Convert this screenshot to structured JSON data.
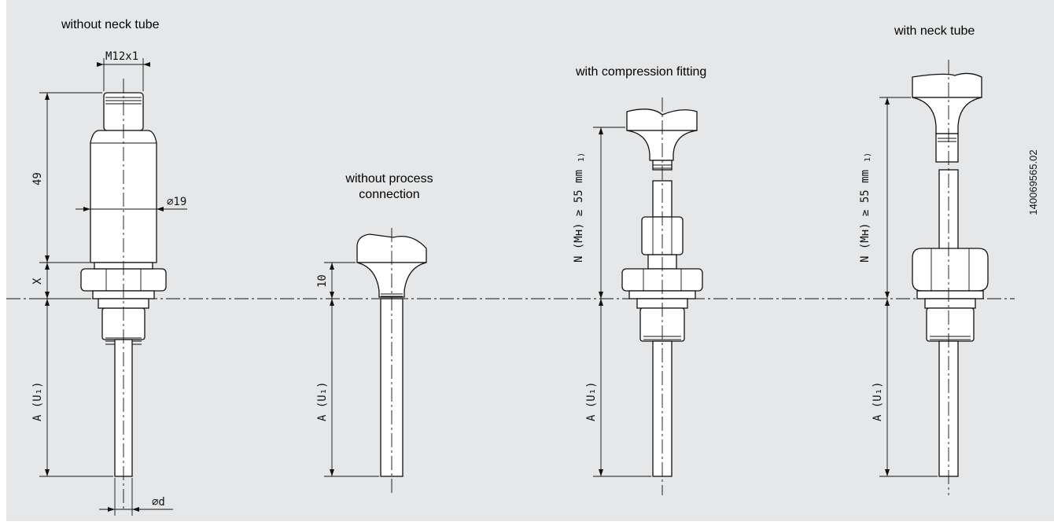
{
  "captions": {
    "without_neck_tube": "without neck tube",
    "without_process_connection_line1": "without process",
    "without_process_connection_line2": "connection",
    "with_compression_fitting": "with compression fitting",
    "with_neck_tube": "with neck tube"
  },
  "dimensions": {
    "thread": "M12x1",
    "dim_49": "49",
    "dia_19": "⌀19",
    "dim_x": "X",
    "dim_a1": "A (U₁)",
    "dia_d": "⌀d",
    "dim_10": "10",
    "dim_a2": "A (U₁)",
    "dim_n1": "N (Mʜ) ≥ 55 mm",
    "dim_n1_note": "1)",
    "dim_a3": "A (U₁)",
    "dim_n2": "N (Mʜ) ≥ 55 mm",
    "dim_n2_note": "1)",
    "dim_a4": "A (U₁)"
  },
  "document_number": "140069565.02",
  "colors": {
    "background": "#e6e7e8",
    "line": "#111111",
    "part_fill": "#ffffff"
  }
}
